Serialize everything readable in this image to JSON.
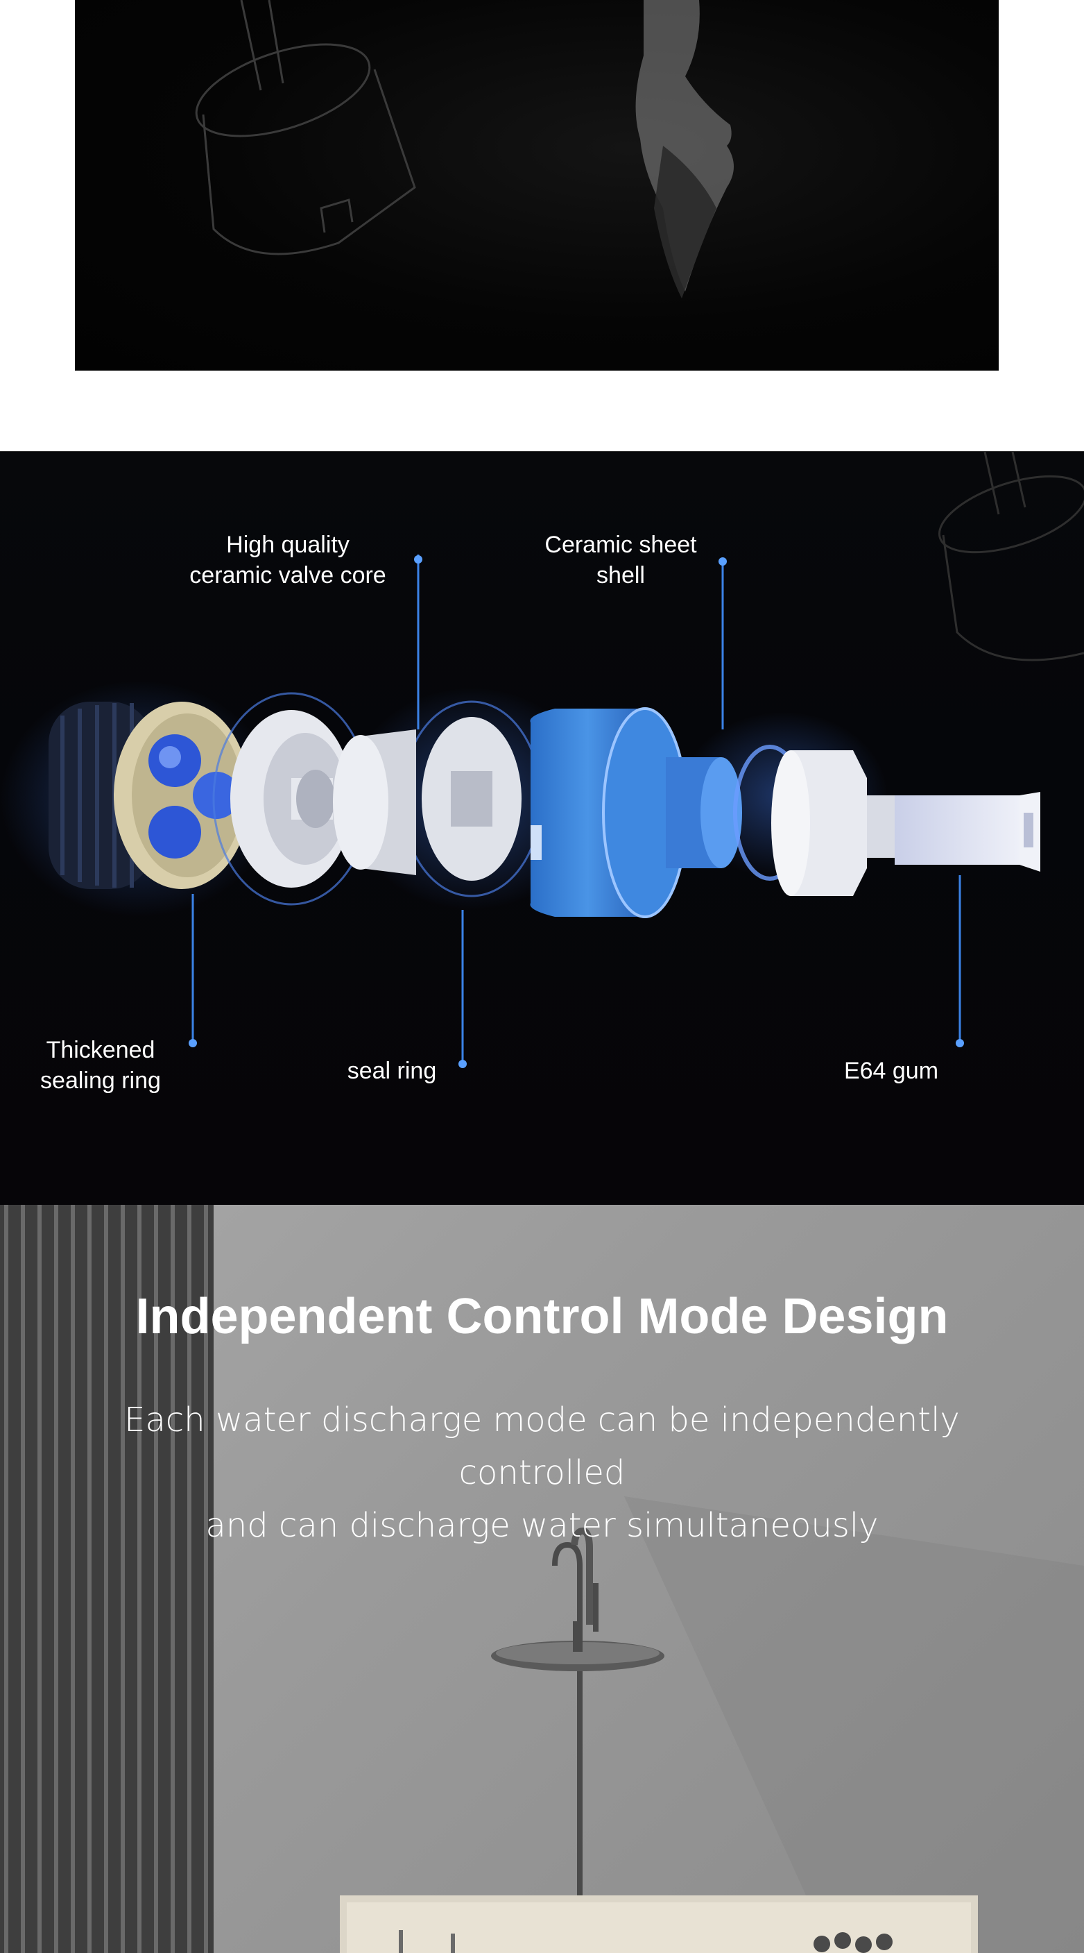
{
  "diagram": {
    "labels": {
      "valve_core": [
        "High quality",
        "ceramic valve core"
      ],
      "ceramic_shell": [
        "Ceramic sheet",
        "shell"
      ],
      "thickened_ring": [
        "Thickened",
        "sealing ring"
      ],
      "seal_ring": "seal ring",
      "e64_gum": "E64 gum"
    },
    "colors": {
      "accent_blue": "#2f7fe0",
      "shell_blue": "#3a86dd",
      "valve_white": "#e6e8ee",
      "brass_base": "#d8ceaa"
    }
  },
  "scene": {
    "title": "Independent Control Mode Design",
    "subtitle": [
      "Each water discharge mode can be independently controlled",
      "and can discharge water simultaneously"
    ]
  }
}
